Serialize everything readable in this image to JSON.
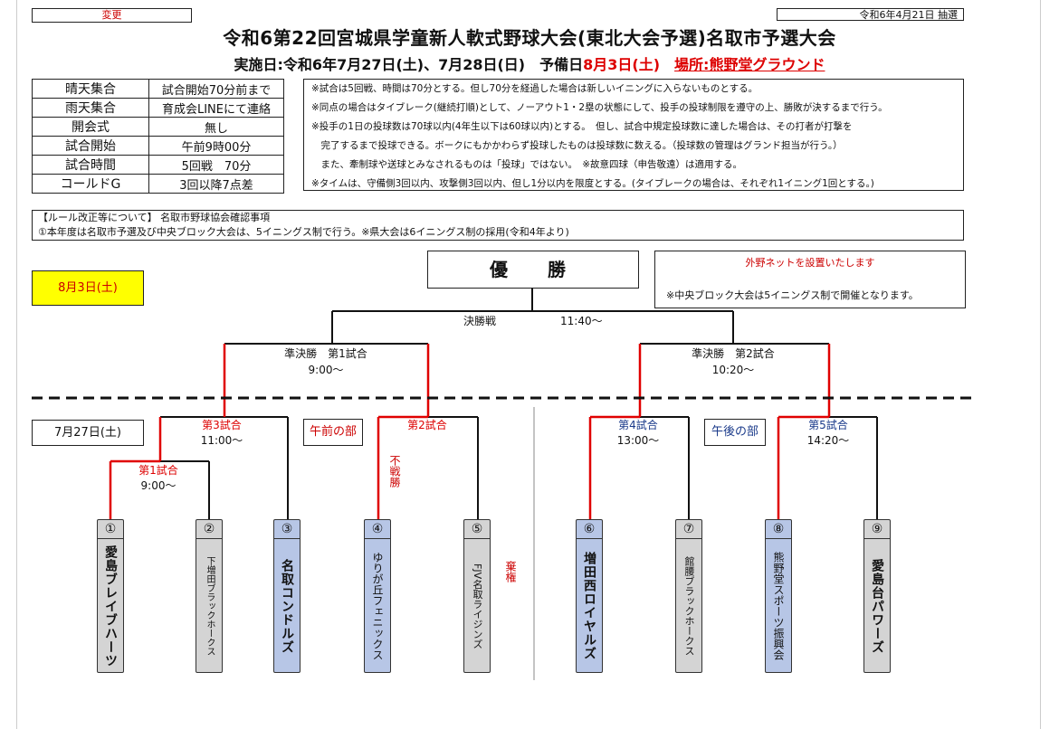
{
  "header": {
    "change_tag": "変更",
    "draw_date": "令和6年4月21日 抽選",
    "title": "令和6第22回宮城県学童新人軟式野球大会(東北大会予選)名取市予選大会",
    "dates_prefix": "実施日:令和6年7月27日(土)、7月28日(日)　予備日",
    "reserve_date": "8月3日(土)",
    "venue": "場所:熊野堂グラウンド"
  },
  "info_table": [
    {
      "key": "晴天集合",
      "value": "試合開始70分前まで"
    },
    {
      "key": "雨天集合",
      "value": "育成会LINEにて連絡"
    },
    {
      "key": "開会式",
      "value": "無し"
    },
    {
      "key": "試合開始",
      "value": "午前9時00分"
    },
    {
      "key": "試合時間",
      "value": "5回戦　70分"
    },
    {
      "key": "コールドG",
      "value": "3回以降7点差"
    }
  ],
  "notes": [
    "※試合は5回戦、時間は70分とする。但し70分を経過した場合は新しいイニングに入らないものとする。",
    "※同点の場合はタイブレーク(継続打順)として、ノーアウト1・2塁の状態にして、投手の投球制限を遵守の上、勝敗が決するまで行う。",
    "※投手の1日の投球数は70球以内(4年生以下は60球以内)とする。　但し、試合中規定投球数に達した場合は、その打者が打撃を",
    "　完了するまで投球できる。ボークにもかかわらず投球したものは投球数に数える。（投球数の管理はグランド担当が行う。）",
    "　また、牽制球や送球とみなされるものは「投球」ではない。　※故意四球（申告敬遠）は適用する。",
    "※タイムは、守備側3回以内、攻撃側3回以内、但し1分以内を限度とする。(タイブレークの場合は、それぞれ1イニング1回とする。)"
  ],
  "rules": {
    "heading": "【ルール改正等について】 名取市野球協会確認事項",
    "line1": "①本年度は名取市予選及び中央ブロック大会は、5イニングス制で行う。※県大会は6イニングス制の採用(令和4年より)"
  },
  "bracket": {
    "aug_date": "8月3日(土)",
    "champion": "優　勝",
    "fence_note": "外野ネットを設置いたします",
    "block_note": "※中央ブロック大会は5イニングス制で開催となります。",
    "final_label": "決勝戦",
    "final_time": "11:40〜",
    "semi1_label": "準決勝　第1試合",
    "semi1_time": "9:00〜",
    "semi2_label": "準決勝　第2試合",
    "semi2_time": "10:20〜",
    "day1_date": "7月27日(土)",
    "morning": "午前の部",
    "afternoon": "午後の部",
    "g1_label": "第1試合",
    "g1_time": "9:00〜",
    "g2_label": "第2試合",
    "g3_label": "第3試合",
    "g3_time": "11:00〜",
    "g4_label": "第4試合",
    "g4_time": "13:00〜",
    "g5_label": "第5試合",
    "g5_time": "14:20〜",
    "walkover": "不戦勝",
    "forfeit": "棄権"
  },
  "teams": [
    {
      "num": "①",
      "name": "愛島ブレイブハーツ"
    },
    {
      "num": "②",
      "name": "下増田ブラックホークス"
    },
    {
      "num": "③",
      "name": "名取コンドルズ"
    },
    {
      "num": "④",
      "name": "ゆりが丘フェニックス"
    },
    {
      "num": "⑤",
      "name": "FJV名取ライジンズ"
    },
    {
      "num": "⑥",
      "name": "増田西ロイヤルズ"
    },
    {
      "num": "⑦",
      "name": "館腰ブラックホークス"
    },
    {
      "num": "⑧",
      "name": "熊野堂スポーツ振興会"
    },
    {
      "num": "⑨",
      "name": "愛島台パワーズ"
    }
  ],
  "colors": {
    "winner_line": "#e00000",
    "line": "#111111",
    "gray_team": "#d4d4d4",
    "blue_team": "#b7c6e6",
    "highlight": "#ffff00"
  }
}
